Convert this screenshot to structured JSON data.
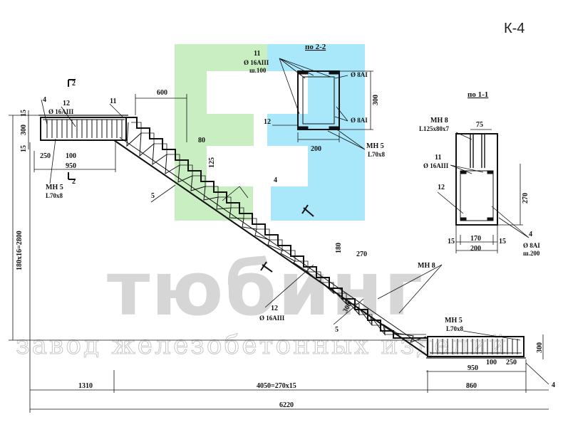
{
  "title": "К-4",
  "watermark": {
    "brand": "тюбинг",
    "tagline": "завод железобетонных изделий",
    "colors": {
      "green": "#c9eec2",
      "blue": "#a9e8fb",
      "gray": "#c9c9c9"
    }
  },
  "sections": {
    "s22": "по 2-2",
    "s11": "по 1-1",
    "cut_mark": "2"
  },
  "positions": {
    "p4": "4",
    "p5": "5",
    "p11": "11",
    "p12": "12",
    "mn5": "МН 5",
    "mn8": "МН 8",
    "l70": "L70x8",
    "l125": "L125x80x7"
  },
  "rebar": {
    "d16": "Ø 16AIII",
    "d8": "Ø 8AI",
    "step100": "ш.100",
    "step200": "ш.200"
  },
  "dims": {
    "d600": "600",
    "d80": "80",
    "d125": "125",
    "d180": "180",
    "d270": "270",
    "d300": "300",
    "d15": "15",
    "d250": "250",
    "d100": "100",
    "d950": "950",
    "d200": "200",
    "d75": "75",
    "d170": "170",
    "height": "180x16=2800",
    "d1310": "1310",
    "d4050": "4050=270x15",
    "d860": "860",
    "d6220": "6220"
  }
}
